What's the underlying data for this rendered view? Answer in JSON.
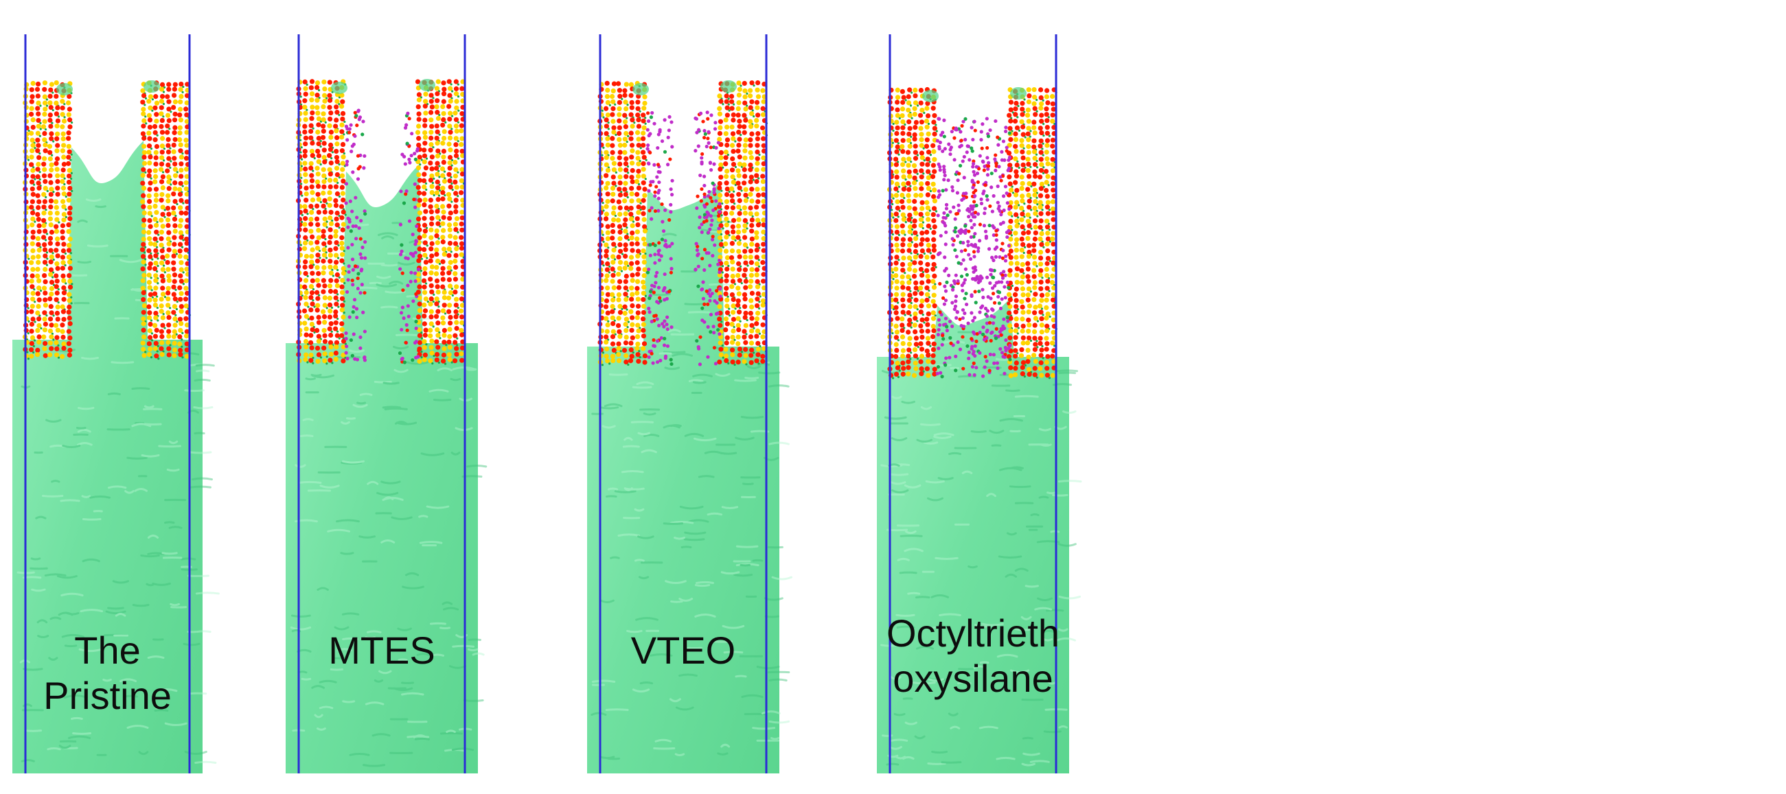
{
  "figure": {
    "panels": [
      {
        "id": "pristine",
        "label_lines": [
          "The Pristine"
        ],
        "modifier_density": 0,
        "water_level": "high-meniscus"
      },
      {
        "id": "mtes",
        "label_lines": [
          "MTES"
        ],
        "modifier_density": 0.35,
        "water_level": "mid-meniscus"
      },
      {
        "id": "vteo",
        "label_lines": [
          "VTEO"
        ],
        "modifier_density": 0.55,
        "water_level": "lower-meniscus"
      },
      {
        "id": "octyltriethoxysilane",
        "label_lines": [
          "Octyltrieth",
          "oxysilane"
        ],
        "modifier_density": 1,
        "water_level": "low-meniscus"
      }
    ],
    "colors": {
      "background": "#ffffff",
      "boundary": "#2b2bd6",
      "water": "#6fe0a0",
      "water_dark": "#3fc27a",
      "oxygen": "#ff1a00",
      "silicon": "#ffd400",
      "modifier": "#c02cc9",
      "dot": "#1aa84a",
      "label": "#0d0d0d"
    }
  }
}
